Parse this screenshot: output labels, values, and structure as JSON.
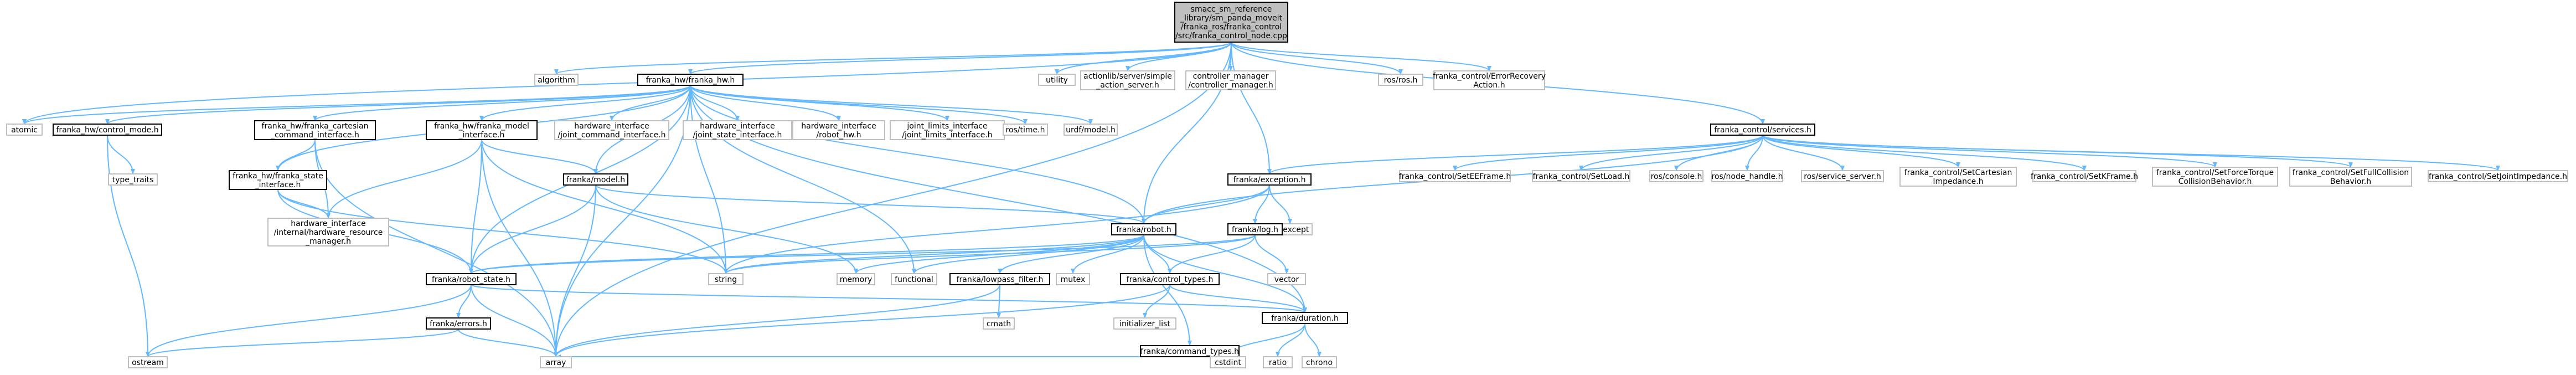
{
  "nodes": {
    "root": {
      "lines": [
        "smacc_sm_reference",
        "_library/sm_panda_moveit",
        "/franka_ros/franka_control",
        "/src/franka_control_node.cpp"
      ],
      "fill": "#bfbfbf",
      "style": "solid"
    },
    "algorithm": {
      "lines": [
        "algorithm"
      ],
      "style": "light"
    },
    "franka_hw": {
      "lines": [
        "franka_hw/franka_hw.h"
      ],
      "style": "solid"
    },
    "utility": {
      "lines": [
        "utility"
      ],
      "style": "light"
    },
    "simple_action_server": {
      "lines": [
        "actionlib/server/simple",
        "_action_server.h"
      ],
      "style": "light"
    },
    "controller_manager": {
      "lines": [
        "controller_manager",
        "/controller_manager.h"
      ],
      "style": "light"
    },
    "ros_ros": {
      "lines": [
        "ros/ros.h"
      ],
      "style": "light"
    },
    "error_recovery": {
      "lines": [
        "franka_control/ErrorRecovery",
        "Action.h"
      ],
      "style": "light"
    },
    "atomic": {
      "lines": [
        "atomic"
      ],
      "style": "light"
    },
    "control_mode": {
      "lines": [
        "franka_hw/control_mode.h"
      ],
      "style": "solid"
    },
    "cartesian_cmd": {
      "lines": [
        "franka_hw/franka_cartesian",
        "_command_interface.h"
      ],
      "style": "solid"
    },
    "model_interface": {
      "lines": [
        "franka_hw/franka_model",
        "_interface.h"
      ],
      "style": "solid"
    },
    "hw_pos_cmd": {
      "lines": [
        "hardware_interface",
        "/joint_command_interface.h"
      ],
      "style": "light"
    },
    "hw_joint_state": {
      "lines": [
        "hardware_interface",
        "/joint_state_interface.h"
      ],
      "style": "light"
    },
    "hw_robot_hw": {
      "lines": [
        "hardware_interface",
        "/robot_hw.h"
      ],
      "style": "light"
    },
    "joint_limits": {
      "lines": [
        "joint_limits_interface",
        "/joint_limits_interface.h"
      ],
      "style": "light"
    },
    "ros_time": {
      "lines": [
        "ros/time.h"
      ],
      "style": "light"
    },
    "urdf_model": {
      "lines": [
        "urdf/model.h"
      ],
      "style": "light"
    },
    "services": {
      "lines": [
        "franka_control/services.h"
      ],
      "style": "solid"
    },
    "type_traits": {
      "lines": [
        "type_traits"
      ],
      "style": "light"
    },
    "state_interface": {
      "lines": [
        "franka_hw/franka_state",
        "_interface.h"
      ],
      "style": "solid"
    },
    "hw_resource_manager": {
      "lines": [
        "hardware_interface",
        "/internal/hardware_resource",
        "_manager.h"
      ],
      "style": "light"
    },
    "franka_model": {
      "lines": [
        "franka/model.h"
      ],
      "style": "solid"
    },
    "franka_exception": {
      "lines": [
        "franka/exception.h"
      ],
      "style": "solid"
    },
    "set_ee_frame": {
      "lines": [
        "franka_control/SetEEFrame.h"
      ],
      "style": "light"
    },
    "set_load": {
      "lines": [
        "franka_control/SetLoad.h"
      ],
      "style": "light"
    },
    "ros_console": {
      "lines": [
        "ros/console.h"
      ],
      "style": "light"
    },
    "ros_node_handle": {
      "lines": [
        "ros/node_handle.h"
      ],
      "style": "light"
    },
    "ros_service_server": {
      "lines": [
        "ros/service_server.h"
      ],
      "style": "light"
    },
    "set_cartesian_impedance": {
      "lines": [
        "franka_control/SetCartesian",
        "Impedance.h"
      ],
      "style": "light"
    },
    "set_k_frame": {
      "lines": [
        "franka_control/SetKFrame.h"
      ],
      "style": "light"
    },
    "set_force_torque": {
      "lines": [
        "franka_control/SetForceTorque",
        "CollisionBehavior.h"
      ],
      "style": "light"
    },
    "set_full_collision": {
      "lines": [
        "franka_control/SetFullCollision",
        "Behavior.h"
      ],
      "style": "light"
    },
    "set_joint_impedance": {
      "lines": [
        "franka_control/SetJointImpedance.h"
      ],
      "style": "light"
    },
    "stdexcept": {
      "lines": [
        "stdexcept"
      ],
      "style": "light"
    },
    "franka_log": {
      "lines": [
        "franka/log.h"
      ],
      "style": "solid"
    },
    "franka_robot": {
      "lines": [
        "franka/robot.h"
      ],
      "style": "solid"
    },
    "vector": {
      "lines": [
        "vector"
      ],
      "style": "light"
    },
    "memory": {
      "lines": [
        "memory"
      ],
      "style": "light"
    },
    "string": {
      "lines": [
        "string"
      ],
      "style": "light"
    },
    "functional": {
      "lines": [
        "functional"
      ],
      "style": "light"
    },
    "lowpass_filter": {
      "lines": [
        "franka/lowpass_filter.h"
      ],
      "style": "solid"
    },
    "mutex": {
      "lines": [
        "mutex"
      ],
      "style": "light"
    },
    "control_types": {
      "lines": [
        "franka/control_types.h"
      ],
      "style": "solid"
    },
    "robot_state": {
      "lines": [
        "franka/robot_state.h"
      ],
      "style": "solid"
    },
    "franka_errors": {
      "lines": [
        "franka/errors.h"
      ],
      "style": "solid"
    },
    "cmath": {
      "lines": [
        "cmath"
      ],
      "style": "light"
    },
    "initializer_list": {
      "lines": [
        "initializer_list"
      ],
      "style": "light"
    },
    "franka_duration": {
      "lines": [
        "franka/duration.h"
      ],
      "style": "solid"
    },
    "command_types": {
      "lines": [
        "franka/command_types.h"
      ],
      "style": "solid"
    },
    "ostream": {
      "lines": [
        "ostream"
      ],
      "style": "light"
    },
    "array": {
      "lines": [
        "array"
      ],
      "style": "light"
    },
    "cstdint": {
      "lines": [
        "cstdint"
      ],
      "style": "light"
    },
    "ratio": {
      "lines": [
        "ratio"
      ],
      "style": "light"
    },
    "chrono": {
      "lines": [
        "chrono"
      ],
      "style": "light"
    }
  },
  "edges": [
    [
      "root",
      "algorithm"
    ],
    [
      "root",
      "franka_hw"
    ],
    [
      "root",
      "utility"
    ],
    [
      "root",
      "simple_action_server"
    ],
    [
      "root",
      "controller_manager"
    ],
    [
      "root",
      "ros_ros"
    ],
    [
      "root",
      "error_recovery"
    ],
    [
      "root",
      "services"
    ],
    [
      "root",
      "franka_exception"
    ],
    [
      "root",
      "franka_robot"
    ],
    [
      "root",
      "array"
    ],
    [
      "root",
      "atomic"
    ],
    [
      "franka_hw",
      "atomic"
    ],
    [
      "franka_hw",
      "control_mode"
    ],
    [
      "franka_hw",
      "cartesian_cmd"
    ],
    [
      "franka_hw",
      "model_interface"
    ],
    [
      "franka_hw",
      "hw_pos_cmd"
    ],
    [
      "franka_hw",
      "hw_joint_state"
    ],
    [
      "franka_hw",
      "hw_robot_hw"
    ],
    [
      "franka_hw",
      "joint_limits"
    ],
    [
      "franka_hw",
      "ros_time"
    ],
    [
      "franka_hw",
      "urdf_model"
    ],
    [
      "franka_hw",
      "state_interface"
    ],
    [
      "franka_hw",
      "franka_model"
    ],
    [
      "franka_hw",
      "franka_robot"
    ],
    [
      "franka_hw",
      "robot_state"
    ],
    [
      "franka_hw",
      "franka_duration"
    ],
    [
      "franka_hw",
      "string"
    ],
    [
      "franka_hw",
      "functional"
    ],
    [
      "franka_hw",
      "array"
    ],
    [
      "control_mode",
      "type_traits"
    ],
    [
      "control_mode",
      "ostream"
    ],
    [
      "cartesian_cmd",
      "state_interface"
    ],
    [
      "cartesian_cmd",
      "hw_resource_manager"
    ],
    [
      "cartesian_cmd",
      "array"
    ],
    [
      "model_interface",
      "hw_resource_manager"
    ],
    [
      "model_interface",
      "robot_state"
    ],
    [
      "model_interface",
      "franka_model"
    ],
    [
      "model_interface",
      "string"
    ],
    [
      "model_interface",
      "array"
    ],
    [
      "state_interface",
      "hw_resource_manager"
    ],
    [
      "state_interface",
      "robot_state"
    ],
    [
      "state_interface",
      "string"
    ],
    [
      "franka_model",
      "franka_robot"
    ],
    [
      "franka_model",
      "robot_state"
    ],
    [
      "franka_model",
      "memory"
    ],
    [
      "franka_model",
      "array"
    ],
    [
      "services",
      "franka_exception"
    ],
    [
      "services",
      "set_ee_frame"
    ],
    [
      "services",
      "set_load"
    ],
    [
      "services",
      "ros_console"
    ],
    [
      "services",
      "ros_node_handle"
    ],
    [
      "services",
      "ros_service_server"
    ],
    [
      "services",
      "set_cartesian_impedance"
    ],
    [
      "services",
      "set_k_frame"
    ],
    [
      "services",
      "set_force_torque"
    ],
    [
      "services",
      "set_full_collision"
    ],
    [
      "services",
      "set_joint_impedance"
    ],
    [
      "services",
      "franka_robot"
    ],
    [
      "franka_exception",
      "stdexcept"
    ],
    [
      "franka_exception",
      "franka_log"
    ],
    [
      "franka_exception",
      "franka_robot"
    ],
    [
      "franka_exception",
      "string"
    ],
    [
      "franka_log",
      "robot_state"
    ],
    [
      "franka_log",
      "vector"
    ],
    [
      "franka_log",
      "string"
    ],
    [
      "franka_log",
      "control_types"
    ],
    [
      "franka_robot",
      "memory"
    ],
    [
      "franka_robot",
      "string"
    ],
    [
      "franka_robot",
      "functional"
    ],
    [
      "franka_robot",
      "lowpass_filter"
    ],
    [
      "franka_robot",
      "mutex"
    ],
    [
      "franka_robot",
      "control_types"
    ],
    [
      "franka_robot",
      "robot_state"
    ],
    [
      "franka_robot",
      "franka_duration"
    ],
    [
      "franka_robot",
      "command_types"
    ],
    [
      "lowpass_filter",
      "cmath"
    ],
    [
      "lowpass_filter",
      "array"
    ],
    [
      "control_types",
      "initializer_list"
    ],
    [
      "control_types",
      "array"
    ],
    [
      "control_types",
      "franka_duration"
    ],
    [
      "robot_state",
      "franka_errors"
    ],
    [
      "robot_state",
      "franka_duration"
    ],
    [
      "robot_state",
      "ostream"
    ],
    [
      "robot_state",
      "array"
    ],
    [
      "franka_errors",
      "ostream"
    ],
    [
      "franka_errors",
      "array"
    ],
    [
      "franka_duration",
      "ratio"
    ],
    [
      "franka_duration",
      "chrono"
    ],
    [
      "franka_duration",
      "cstdint"
    ],
    [
      "command_types",
      "cstdint"
    ],
    [
      "command_types",
      "array"
    ]
  ]
}
